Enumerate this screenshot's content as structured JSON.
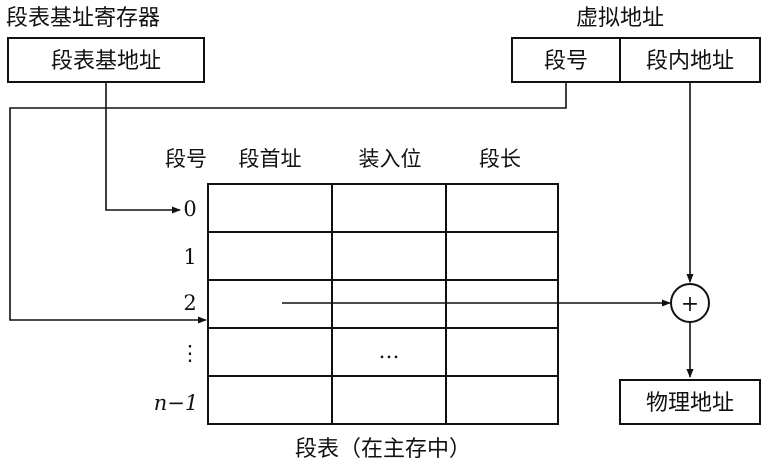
{
  "register": {
    "title": "段表基址寄存器",
    "box_label": "段表基地址"
  },
  "virtual_address": {
    "title": "虚拟地址",
    "segment_number": "段号",
    "offset": "段内地址"
  },
  "segment_table": {
    "row_header": "段号",
    "columns": [
      "段首址",
      "装入位",
      "段长"
    ],
    "rows": [
      "0",
      "1",
      "2",
      "⋮",
      "n−1"
    ],
    "ellipsis": "…",
    "caption": "段表（在主存中）"
  },
  "adder": {
    "symbol": "+"
  },
  "physical_address": {
    "label": "物理地址"
  }
}
